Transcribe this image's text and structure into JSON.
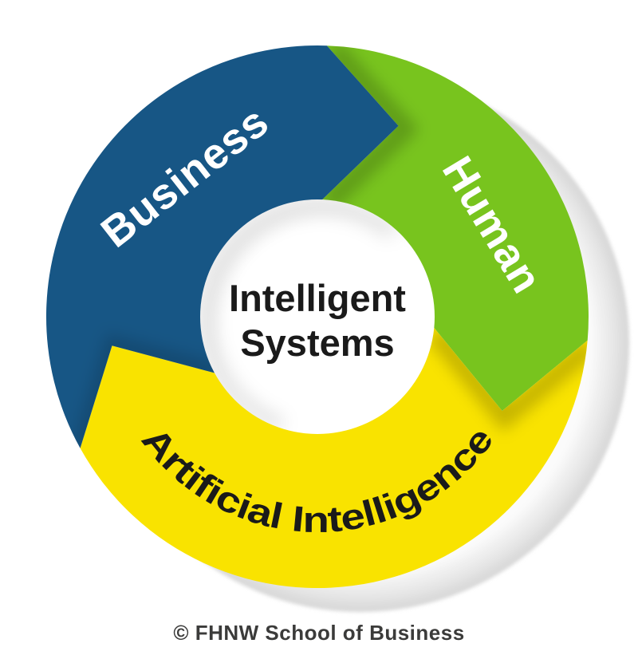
{
  "center": {
    "line1": "Intelligent",
    "line2": "Systems"
  },
  "segments": {
    "business": {
      "label": "Business",
      "color": "#175685"
    },
    "human": {
      "label": "Human",
      "color": "#78c41e"
    },
    "ai": {
      "label": "Artificial Intelligence",
      "color": "#f9e300"
    }
  },
  "caption": "© FHNW School of Business",
  "colors": {
    "center_text": "#1a1a1a",
    "label_light": "#ffffff",
    "caption_text": "#3b3b3a",
    "center_bg_edge": "#e4e4e4"
  }
}
